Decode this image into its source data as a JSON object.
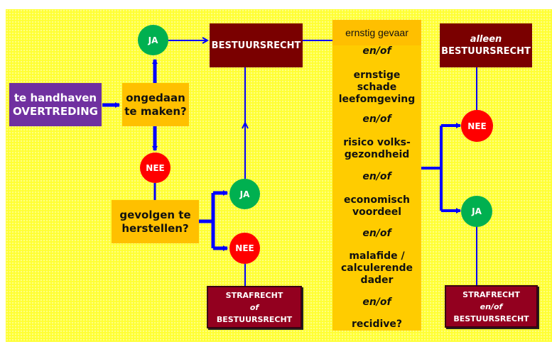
{
  "diagram": {
    "start": {
      "line1": "te handhaven",
      "line2": "OVERTREDING"
    },
    "q1": {
      "line1": "ongedaan",
      "line2": "te maken?"
    },
    "q2": {
      "line1": "gevolgen te",
      "line2": "herstellen?"
    },
    "ja_label": "JA",
    "nee_label": "NEE",
    "bestuursrecht": "BESTUURSRECHT",
    "alleen_bestuursrecht": {
      "line1": "alleen",
      "line2": "BESTUURSRECHT"
    },
    "straf_of_bestuur": {
      "line1": "STRAFRECHT",
      "line2": "of",
      "line3": "BESTUURSRECHT"
    },
    "straf_enof_bestuur": {
      "line1": "STRAFRECHT",
      "line2": "en/of",
      "line3": "BESTUURSRECHT"
    },
    "criteria": {
      "header": "ernstig gevaar",
      "connector": "en/of",
      "items": [
        {
          "lines": [
            "ernstige",
            "schade",
            "leefomgeving"
          ]
        },
        {
          "lines": [
            "risico volks-",
            "gezondheid"
          ]
        },
        {
          "lines": [
            "economisch",
            "voordeel"
          ]
        },
        {
          "lines": [
            "malafide  /",
            "calculerende",
            "dader"
          ]
        },
        {
          "lines": [
            "recidive?"
          ]
        }
      ]
    },
    "colors": {
      "background": "#ffff33",
      "start": "#7030a0",
      "question": "#ffc000",
      "outcome": "#7a0000",
      "outcome_bottom": "#93001f",
      "yes": "#00b050",
      "no": "#ff0000",
      "connector": "#0000ff"
    }
  }
}
